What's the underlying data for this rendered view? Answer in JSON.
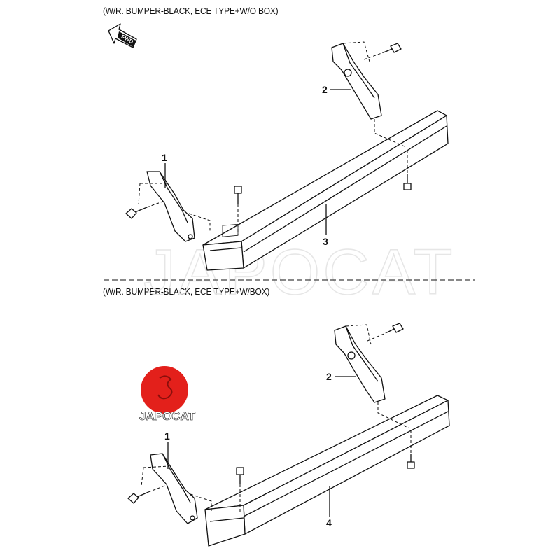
{
  "diagram": {
    "section_top": {
      "heading": "(W/R. BUMPER-BLACK, ECE TYPE+W/O BOX)",
      "fwd_label": "FWD",
      "callouts": [
        "1",
        "2",
        "3"
      ]
    },
    "section_bottom": {
      "heading": "(W/R. BUMPER-BLACK, ECE TYPE+W/BOX)",
      "callouts": [
        "1",
        "2",
        "4"
      ]
    },
    "watermark": "JAPOCAT",
    "logo": {
      "text": "JAPOCAT",
      "color": "#e3201b"
    }
  }
}
